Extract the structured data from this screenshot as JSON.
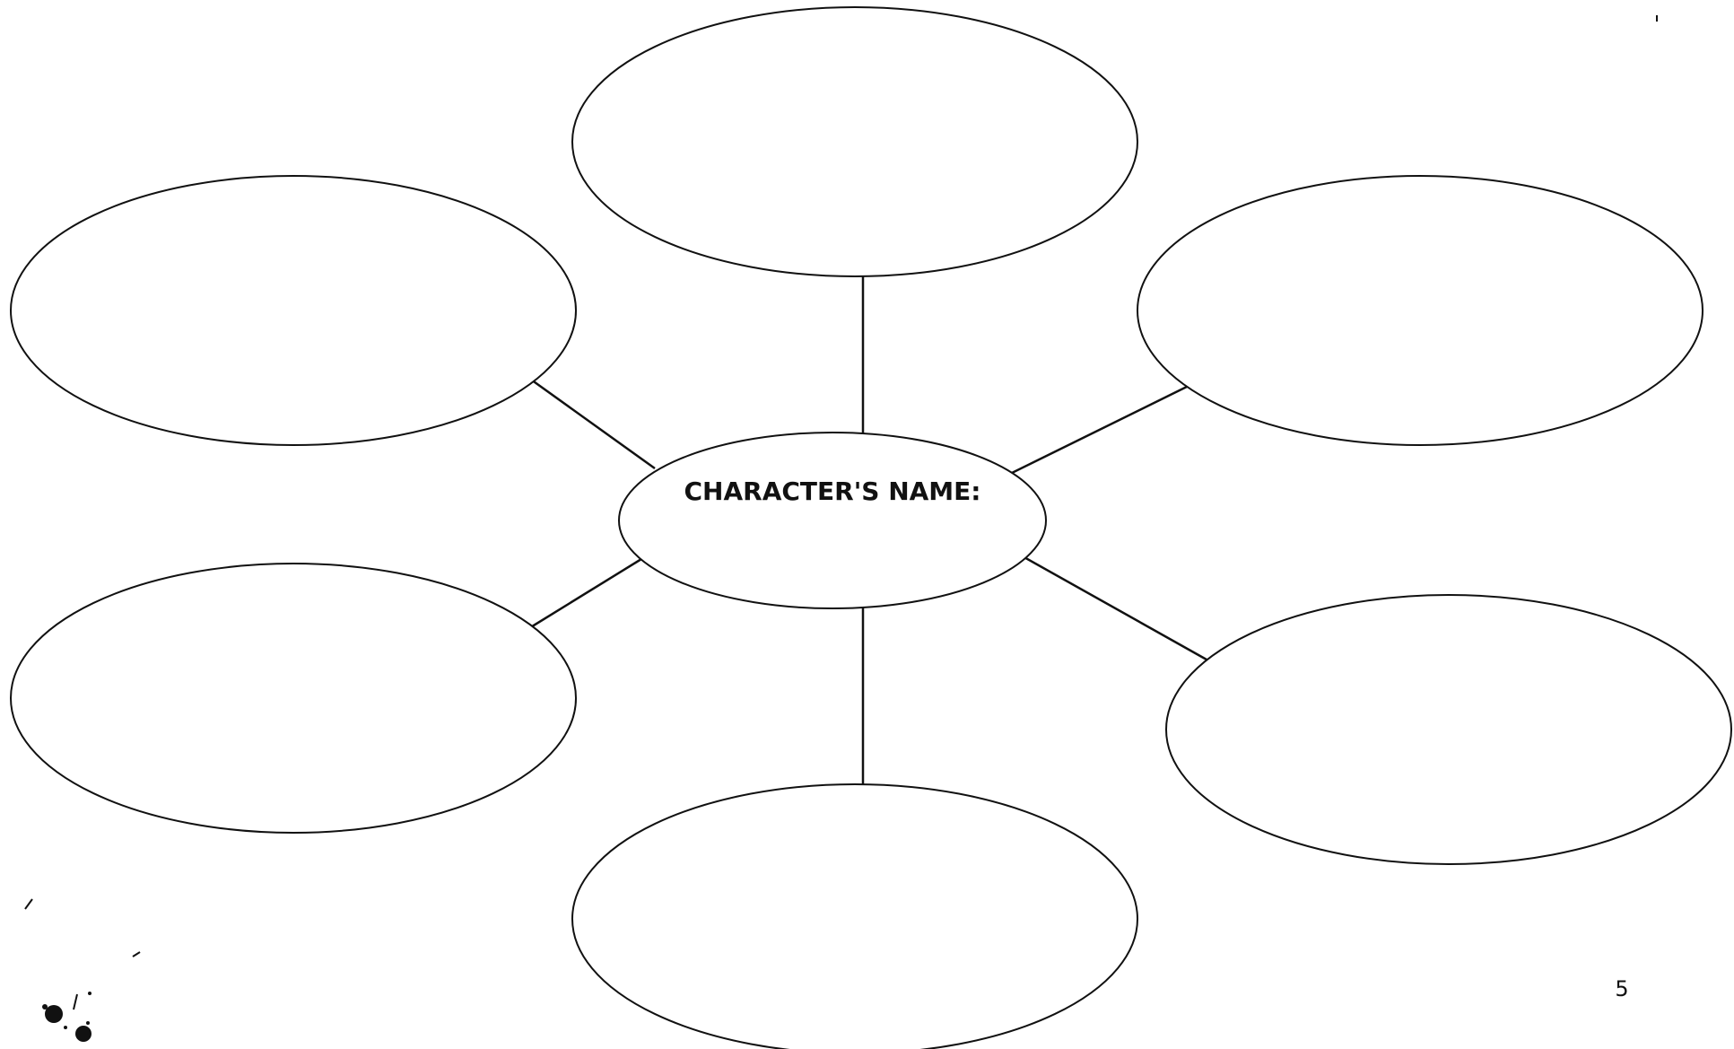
{
  "diagram": {
    "type": "character-web",
    "center": {
      "label": "CHARACTER'S NAME:"
    },
    "bubbles": [
      {
        "id": "top",
        "text": ""
      },
      {
        "id": "upper-left",
        "text": ""
      },
      {
        "id": "upper-right",
        "text": ""
      },
      {
        "id": "lower-left",
        "text": ""
      },
      {
        "id": "lower-right",
        "text": ""
      },
      {
        "id": "bottom",
        "text": ""
      }
    ]
  },
  "page": {
    "number": "5"
  }
}
